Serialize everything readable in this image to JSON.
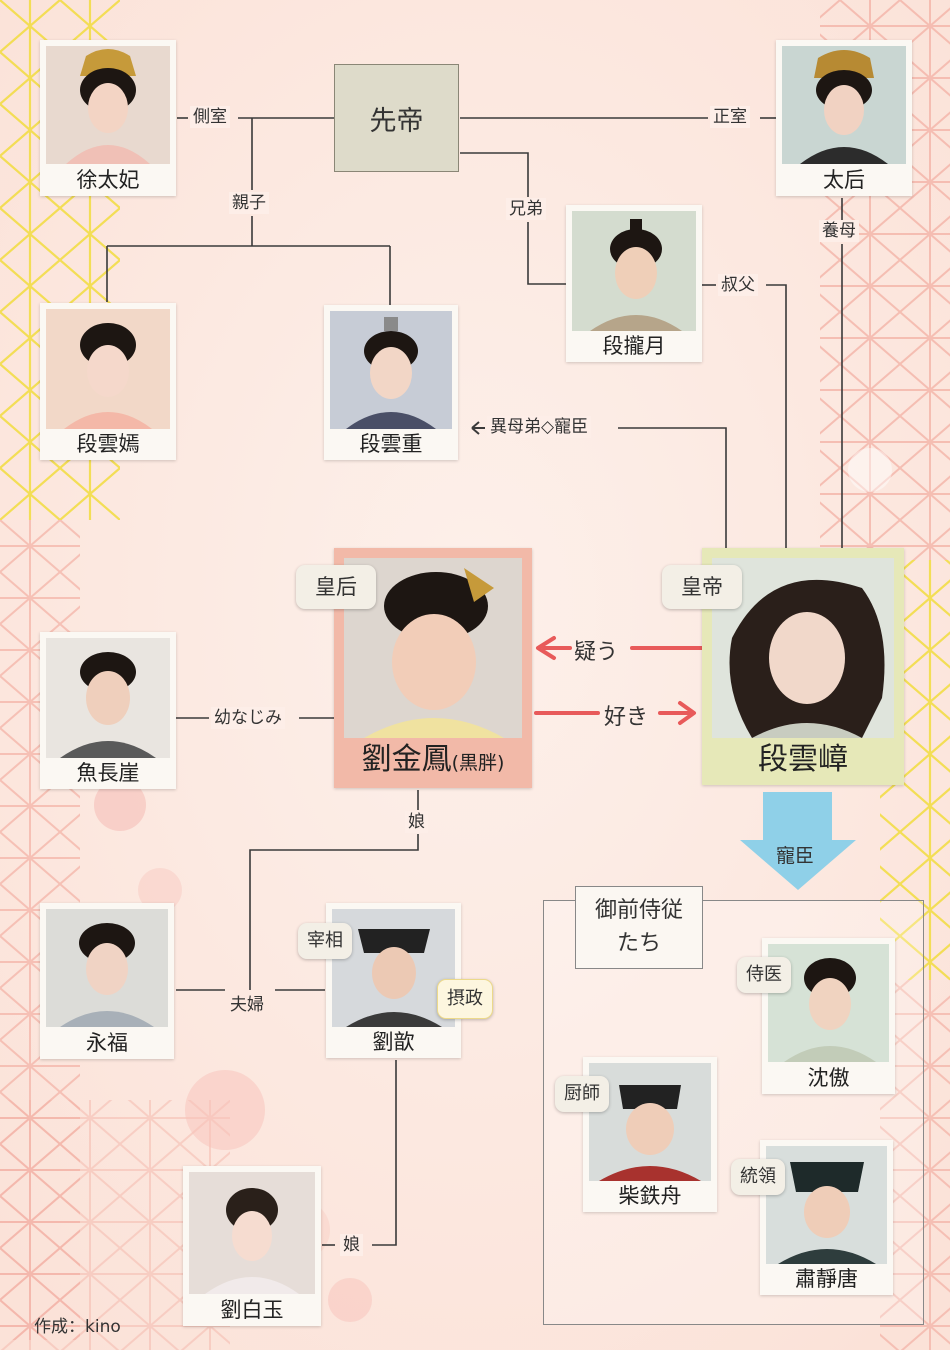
{
  "chart_title": "先帝",
  "people": {
    "xu": "徐太妃",
    "taihou": "太后",
    "duan_longyue": "段攏月",
    "duan_yunyan": "段雲嫣",
    "duan_yunzhong": "段雲重",
    "liu_jinfeng": "劉金鳳",
    "liu_jinfeng_note": "(黒胖)",
    "duan_yunzhang": "段雲嶂",
    "yu_changya": "魚長崖",
    "yongfu": "永福",
    "liu_xin": "劉歆",
    "liu_baiyu": "劉白玉",
    "shen_ao": "沈傲",
    "chai_tiezhou": "柴鉄舟",
    "su_jingtang": "肅靜唐"
  },
  "tags": {
    "empress": "皇后",
    "emperor": "皇帝",
    "chancellor": "宰相",
    "regent": "摂政",
    "physician": "侍医",
    "chef": "厨師",
    "commander": "統領"
  },
  "relations": {
    "concubine": "側室",
    "consort": "正室",
    "parent_child": "親子",
    "brothers": "兄弟",
    "uncle": "叔父",
    "foster_mother": "養母",
    "half_brother": "異母弟◇寵臣",
    "suspects": "疑う",
    "loves": "好き",
    "childhood_friend": "幼なじみ",
    "daughter_1": "娘",
    "couple": "夫婦",
    "daughter_2": "娘",
    "favorite": "寵臣"
  },
  "attendants_box": {
    "title_line1": "御前侍従",
    "title_line2": "たち"
  },
  "credit": "作成：kino",
  "colors": {
    "background": "#fdeee8",
    "accent_red": "#e85a5a",
    "empress_frame": "#f2b9a8",
    "emperor_frame": "#e6e8b8",
    "arrow_blue": "#8fd0e8",
    "pattern_pink": "#f5b2a8",
    "pattern_yellow": "#f4e04a"
  }
}
